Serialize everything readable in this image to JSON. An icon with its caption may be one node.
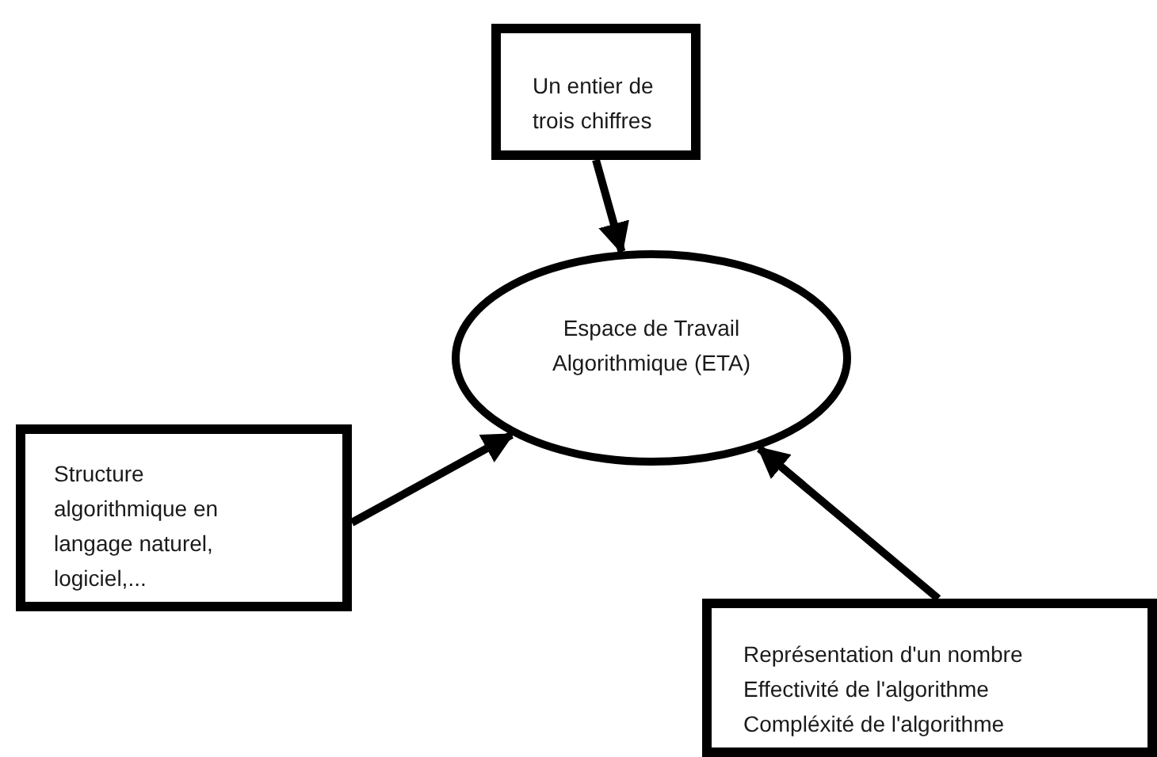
{
  "diagram": {
    "nodes": [
      {
        "text": [
          "Un entier de trois chiffres"
        ]
      },
      {
        "text": [
          "Espace de Travail Algorithmique (ETA)"
        ]
      },
      {
        "text": [
          "Structure algorithmique en langage naturel, logiciel,..."
        ]
      },
      {
        "text": [
          "Représentation d'un nombre",
          "Effectivité de l'algorithme",
          "Compléxité de l'algorithme"
        ]
      }
    ],
    "edges": [
      {
        "from": 0,
        "to": 1,
        "arrow": "to"
      },
      {
        "from": 2,
        "to": 1,
        "arrow": "to"
      },
      {
        "from": 3,
        "to": 1,
        "arrow": "to"
      }
    ]
  }
}
